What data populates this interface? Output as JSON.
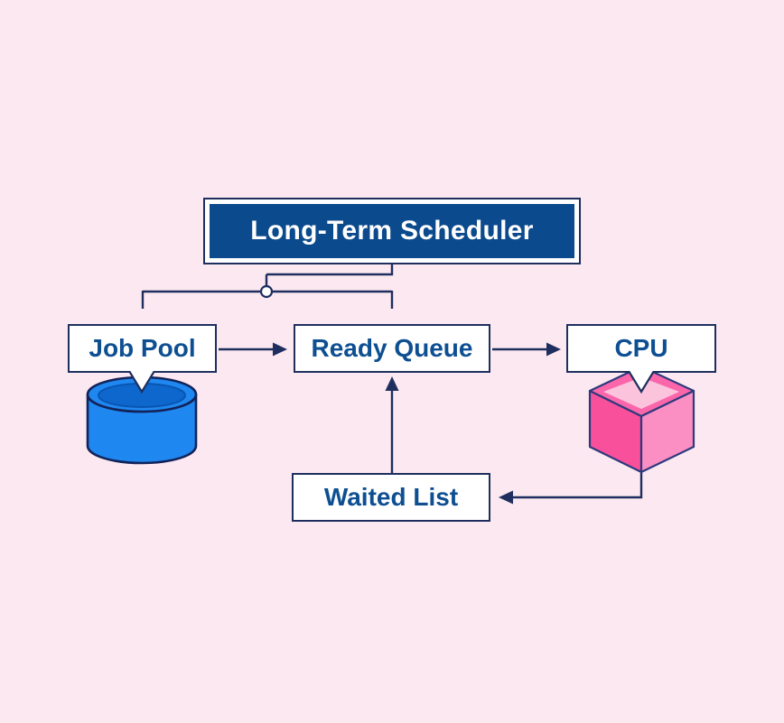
{
  "diagram": {
    "title": {
      "label": "Long-Term Scheduler"
    },
    "nodes": {
      "job_pool": {
        "label": "Job Pool"
      },
      "ready_queue": {
        "label": "Ready Queue"
      },
      "cpu": {
        "label": "CPU"
      },
      "waited_list": {
        "label": "Waited List"
      }
    },
    "edges": [
      {
        "from": "long_term_scheduler",
        "to": "job_pool"
      },
      {
        "from": "long_term_scheduler",
        "to": "ready_queue"
      },
      {
        "from": "job_pool",
        "to": "ready_queue"
      },
      {
        "from": "ready_queue",
        "to": "cpu"
      },
      {
        "from": "cpu",
        "to": "waited_list"
      },
      {
        "from": "waited_list",
        "to": "ready_queue"
      }
    ],
    "icons": {
      "job_pool": "database-icon",
      "cpu": "cube-icon"
    },
    "colors": {
      "background": "#fce8f1",
      "line": "#1e2f5f",
      "box_border": "#1e2f5f",
      "box_fill": "#ffffff",
      "title_fill": "#0c4a8e",
      "title_text": "#ffffff",
      "node_text": "#0e4f92",
      "cylinder_blue": "#1e87f0",
      "cylinder_inner_blue": "#0d67cc",
      "cylinder_inner_rim": "#0a55b2",
      "cylinder_outline": "#12235a",
      "cube_outline": "#2e3a7d",
      "cube_top_rim": "#fb66ab",
      "cube_top_inner": "#fcc3dd",
      "cube_left_face": "#f9509c",
      "cube_right_face": "#fb8ec3"
    }
  }
}
